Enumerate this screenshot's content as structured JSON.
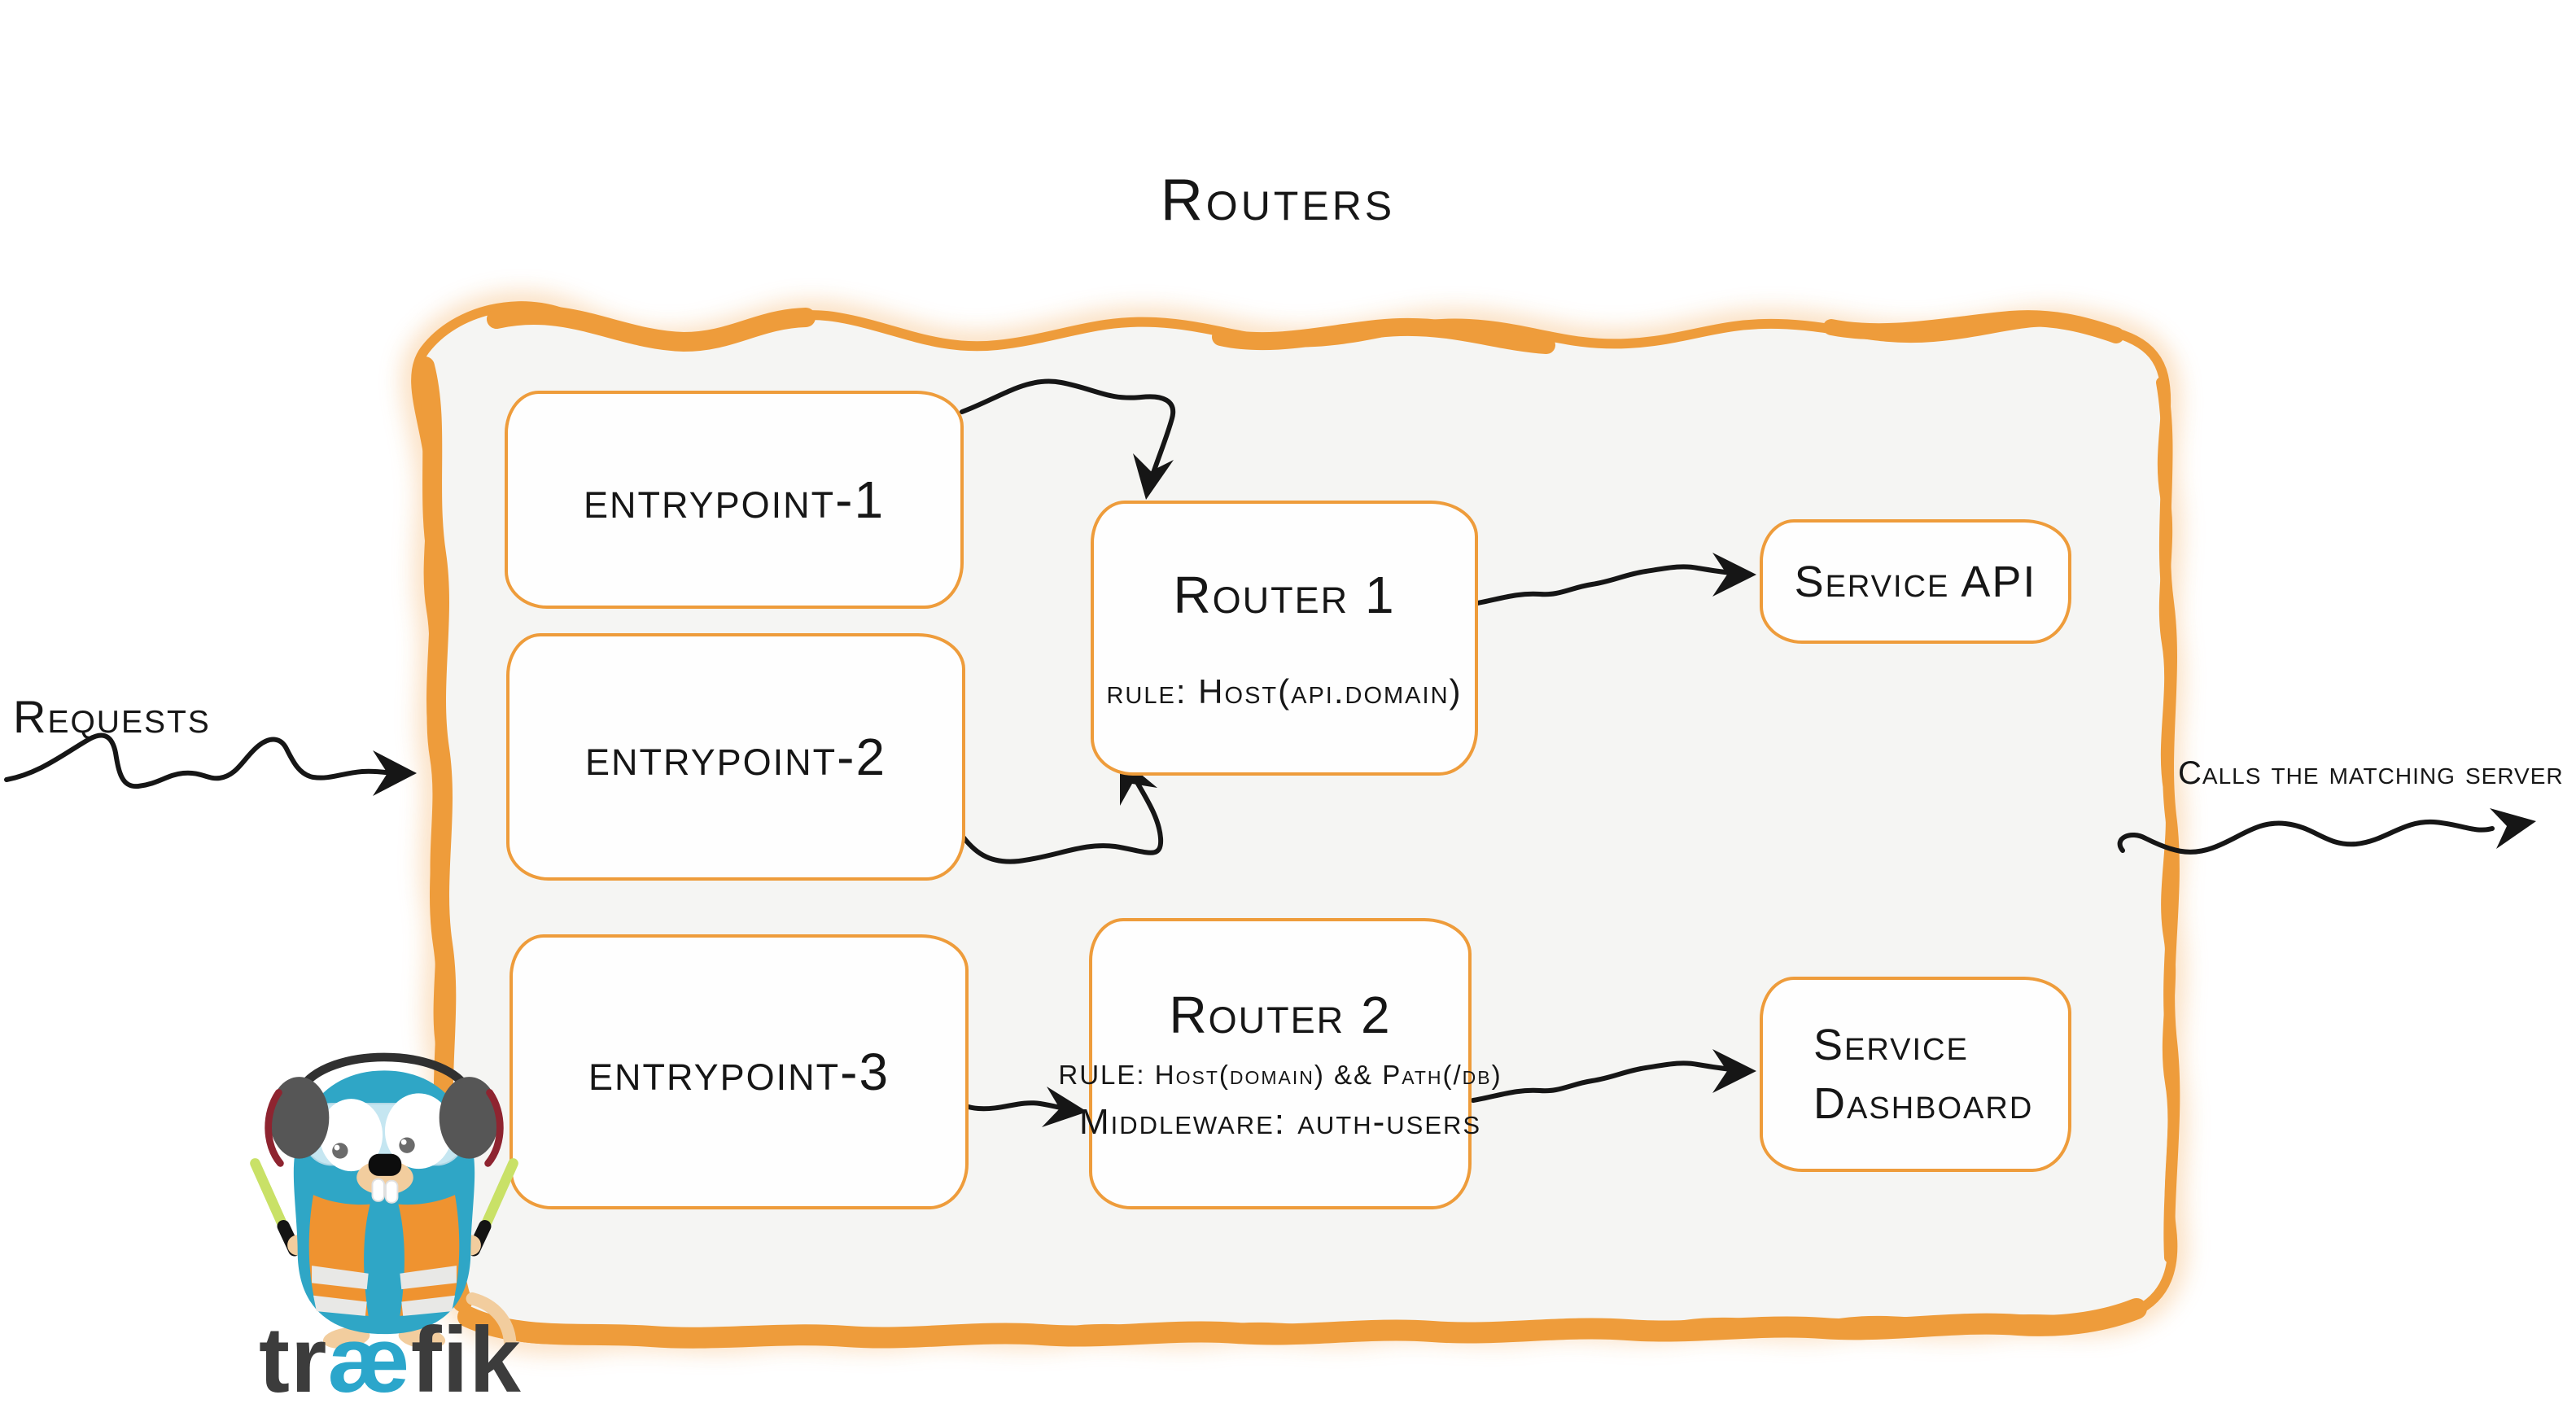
{
  "title": "Routers",
  "requests_label": "Requests",
  "calls_label": "Calls the matching server",
  "entrypoints": [
    {
      "label": "entrypoint-1"
    },
    {
      "label": "entrypoint-2"
    },
    {
      "label": "entrypoint-3"
    }
  ],
  "routers": [
    {
      "title": "Router 1",
      "rule": "rule: Host(api.domain)"
    },
    {
      "title": "Router 2",
      "rule": "RULE: Host(domain) && Path(/db)",
      "middleware": "Middleware: auth-users"
    }
  ],
  "services": [
    {
      "label": "Service API"
    },
    {
      "lines": [
        "Service",
        "Dashboard"
      ]
    }
  ],
  "logo": {
    "icon": "traefik-gopher",
    "part1": "tr",
    "part2": "æ",
    "part3": "fik"
  },
  "colors": {
    "accent_orange": "#EE9C3B",
    "container_fill": "#F5F5F3",
    "arrow_black": "#161616",
    "gopher_teal": "#2FA6C6",
    "vest_orange": "#EF9330",
    "baton_green": "#C9E167",
    "logo_text_gray": "#3C3C3C",
    "logo_ae_teal": "#2BA6CB"
  }
}
